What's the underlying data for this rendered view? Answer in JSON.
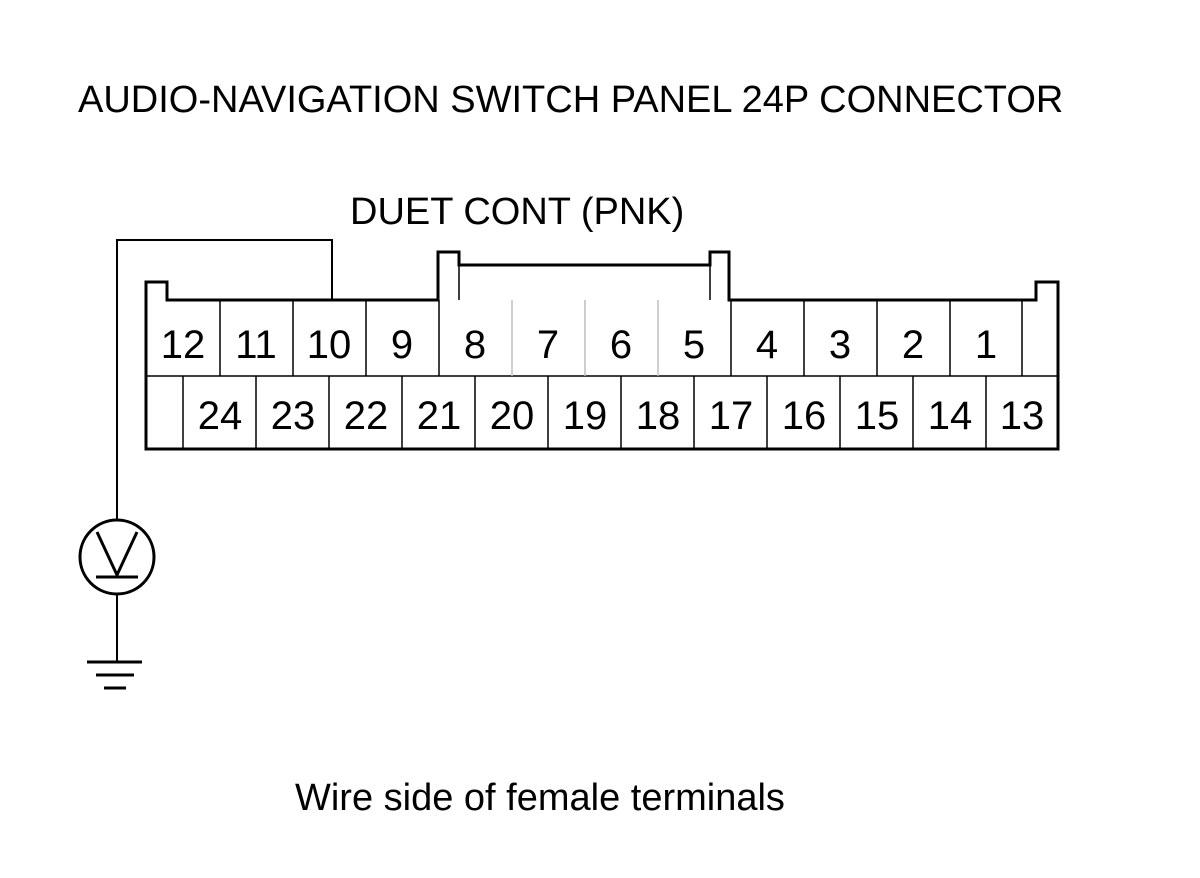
{
  "title": "AUDIO-NAVIGATION SWITCH PANEL 24P CONNECTOR",
  "wire_label": "DUET CONT (PNK)",
  "caption": "Wire side of female terminals",
  "voltmeter_symbol": "V",
  "connector": {
    "top_row": [
      "12",
      "11",
      "10",
      "9",
      "8",
      "7",
      "6",
      "5",
      "4",
      "3",
      "2",
      "1"
    ],
    "bottom_row": [
      "24",
      "23",
      "22",
      "21",
      "20",
      "19",
      "18",
      "17",
      "16",
      "15",
      "14",
      "13"
    ],
    "probed_terminal": "10"
  },
  "icons": {
    "meter": "voltmeter-icon",
    "ground": "ground-icon"
  }
}
